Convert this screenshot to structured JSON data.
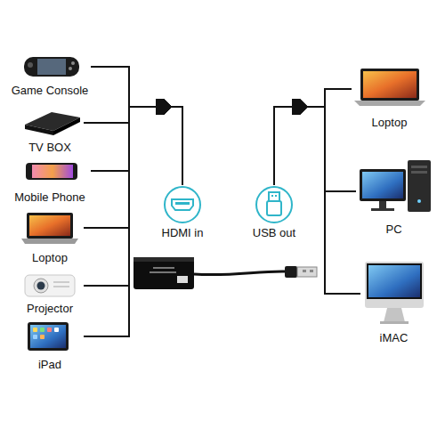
{
  "diagram": {
    "nodes": [
      {
        "text": [
          "Game Console"
        ]
      },
      {
        "text": [
          "TV BOX"
        ]
      },
      {
        "text": [
          "Mobile Phone"
        ]
      },
      {
        "text": [
          "Loptop"
        ]
      },
      {
        "text": [
          "Projector"
        ]
      },
      {
        "text": [
          "iPad"
        ]
      },
      {
        "text": [
          "HDMI in"
        ]
      },
      {
        "text": [
          "USB out"
        ]
      },
      {
        "text": [
          "Loptop"
        ]
      },
      {
        "text": [
          "PC"
        ]
      },
      {
        "text": [
          "iMAC"
        ]
      }
    ],
    "edges": [
      {
        "from": 0,
        "to": 6,
        "arrow": "to"
      },
      {
        "from": 1,
        "to": 6,
        "arrow": "to"
      },
      {
        "from": 2,
        "to": 6,
        "arrow": "to"
      },
      {
        "from": 3,
        "to": 6,
        "arrow": "to"
      },
      {
        "from": 4,
        "to": 6,
        "arrow": "to"
      },
      {
        "from": 5,
        "to": 6,
        "arrow": "to"
      },
      {
        "from": 7,
        "to": 8,
        "arrow": "to"
      },
      {
        "from": 7,
        "to": 9,
        "arrow": "to"
      },
      {
        "from": 7,
        "to": 10,
        "arrow": "to"
      }
    ]
  }
}
